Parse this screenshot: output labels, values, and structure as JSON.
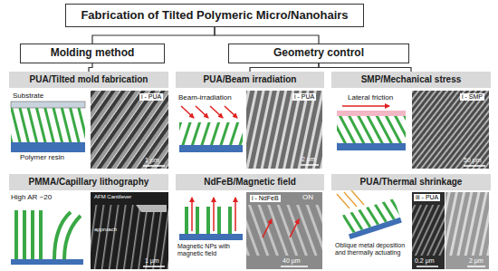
{
  "diagram": {
    "nodes": [
      {
        "text": [
          "Fabrication of Tilted Polymeric Micro/Nanohairs"
        ]
      },
      {
        "text": [
          "Molding method"
        ]
      },
      {
        "text": [
          "Geometry control"
        ]
      },
      {
        "text": [
          "PUA/Tilted mold fabrication"
        ]
      },
      {
        "text": [
          "PUA/Beam irradiation"
        ]
      },
      {
        "text": [
          "SMP/Mechanical stress"
        ]
      },
      {
        "text": [
          "PMMA/Capillary lithography"
        ]
      },
      {
        "text": [
          "NdFeB/Magnetic field"
        ]
      },
      {
        "text": [
          "PUA/Thermal shrinkage"
        ]
      }
    ],
    "edges": [
      {
        "from": 0,
        "to": 1,
        "arrow": "none"
      },
      {
        "from": 0,
        "to": 2,
        "arrow": "none"
      },
      {
        "from": 1,
        "to": 3,
        "arrow": "none"
      },
      {
        "from": 2,
        "to": 4,
        "arrow": "none"
      },
      {
        "from": 2,
        "to": 5,
        "arrow": "none"
      }
    ],
    "labels": [
      "Substrate",
      "Polymer resin",
      "i - PUA",
      "1 μm",
      "Beam-irradiation",
      "i - PUA",
      "2 μm",
      "Lateral friction",
      "i - SMP",
      "50 μm",
      "High AR ~20",
      "AFM Cantilever",
      "approach",
      "1 μm",
      "Magnetic NPs with magnetic field",
      "i - NdFeB",
      "ON",
      "40 μm",
      "Oblique metal deposition and thermally actuating",
      "iii - PUA",
      "0.2 μm",
      "2 μm"
    ]
  }
}
